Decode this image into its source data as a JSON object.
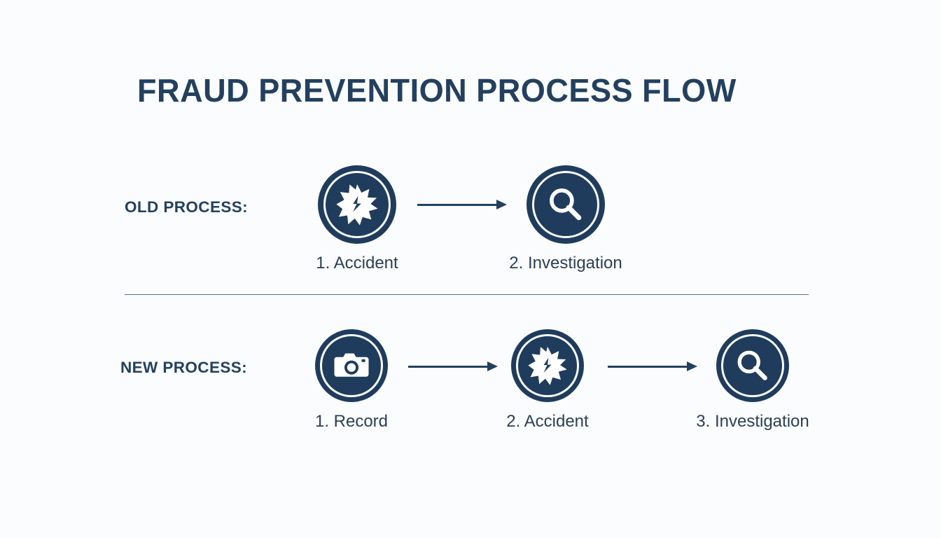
{
  "slide": {
    "title": "FRAUD PREVENTION PROCESS FLOW",
    "background_color": "#fbfcfd",
    "accent_color": "#1f3c5c",
    "text_color": "#23405e"
  },
  "rows": [
    {
      "label": "OLD PROCESS:",
      "steps": [
        {
          "label": "1. Accident",
          "icon": "accident-burst-icon"
        },
        {
          "label": "2. Investigation",
          "icon": "magnifier-icon"
        }
      ],
      "arrows": 1
    },
    {
      "label": "NEW PROCESS:",
      "steps": [
        {
          "label": "1. Record",
          "icon": "camera-icon"
        },
        {
          "label": "2. Accident",
          "icon": "accident-burst-icon"
        },
        {
          "label": "3. Investigation",
          "icon": "magnifier-icon"
        }
      ],
      "arrows": 2
    }
  ],
  "divider": {
    "visible": true,
    "color": "#3b5775"
  }
}
